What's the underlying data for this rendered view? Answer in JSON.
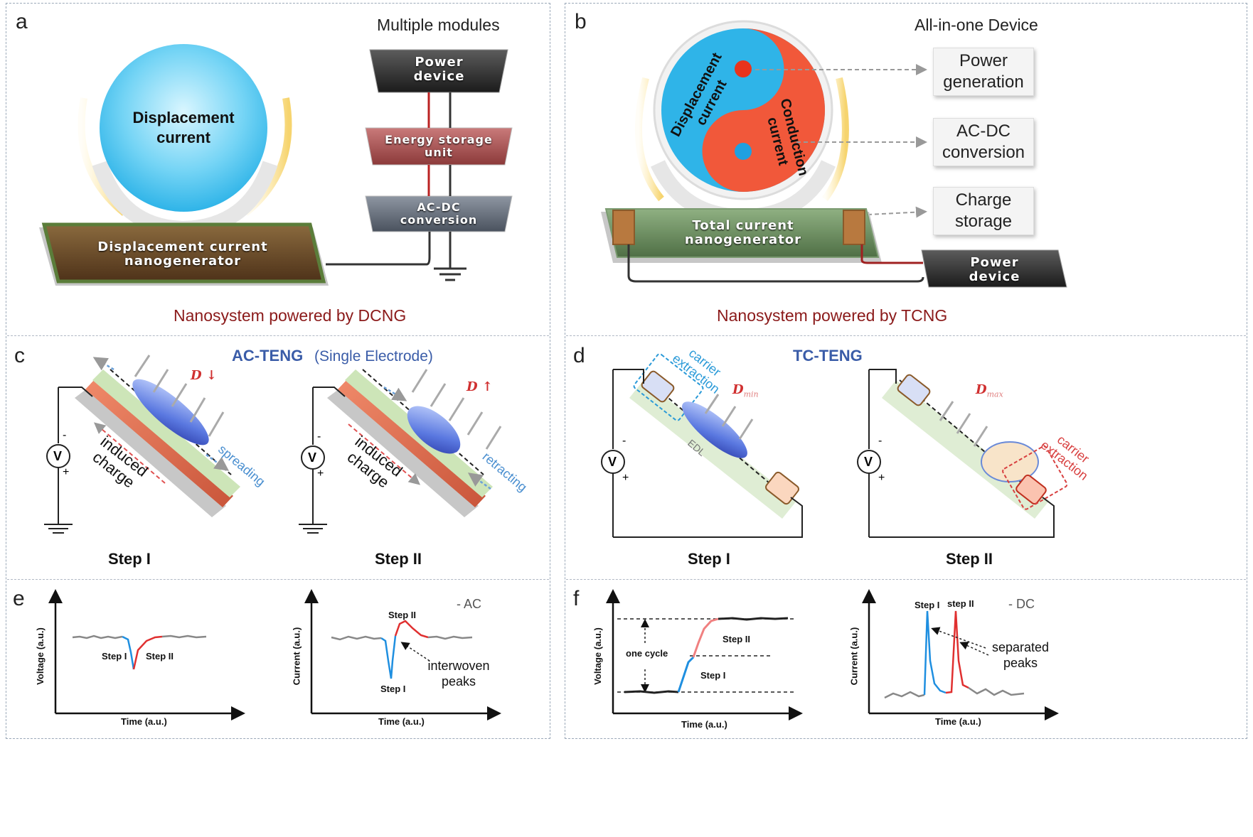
{
  "panels": {
    "a": {
      "letter": "a",
      "header": "Multiple modules",
      "circle_label": "Displacement\ncurrent",
      "nanogen_label": "Displacement current\nnanogenerator",
      "modules": [
        "Power\ndevice",
        "Energy storage\nunit",
        "AC-DC\nconversion"
      ],
      "caption": "Nanosystem powered by DCNG"
    },
    "b": {
      "letter": "b",
      "header": "All-in-one Device",
      "yin_label": "Displacement\ncurrent",
      "yang_label": "Conduction\ncurrent",
      "boxes": [
        "Power\ngeneration",
        "AC-DC\nconversion",
        "Charge\nstorage"
      ],
      "nanogen_label": "Total current\nnanogenerator",
      "power_device": "Power\ndevice",
      "caption": "Nanosystem powered by TCNG"
    },
    "c": {
      "letter": "c",
      "title": "AC-TENG",
      "subtitle": "(Single Electrode)",
      "d_down": "D ↓",
      "d_up": "D ↑",
      "induced": "induced\ncharge",
      "spreading": "spreading",
      "retracting": "retracting",
      "meter": "V",
      "minus": "-",
      "plus": "+",
      "steps": [
        "Step I",
        "Step II"
      ]
    },
    "d": {
      "letter": "d",
      "title": "TC-TENG",
      "carrier": "carrier\nextraction",
      "d_min": "D",
      "d_min_sub": "min",
      "d_max": "D",
      "d_max_sub": "max",
      "edl": "EDL",
      "steps": [
        "Step I",
        "Step II"
      ]
    },
    "e": {
      "letter": "e",
      "ac_tag": "- AC",
      "ylabel1": "Voltage (a.u.)",
      "ylabel2": "Current (a.u.)",
      "xlabel": "Time (a.u.)",
      "step1": "Step I",
      "step2": "Step II",
      "interwoven": "interwoven\npeaks"
    },
    "f": {
      "letter": "f",
      "dc_tag": "- DC",
      "ylabel1": "Voltage (a.u.)",
      "ylabel2": "Current (a.u.)",
      "xlabel": "Time (a.u.)",
      "one_cycle": "one cycle",
      "step1": "Step I",
      "step2": "Step II",
      "step2_lower": "step II",
      "separated": "separated\npeaks"
    }
  },
  "colors": {
    "caption": "#8b1a1a",
    "blue_title": "#3a5ca8",
    "step_blue": "#1f8fe0",
    "step_red": "#e03030"
  }
}
